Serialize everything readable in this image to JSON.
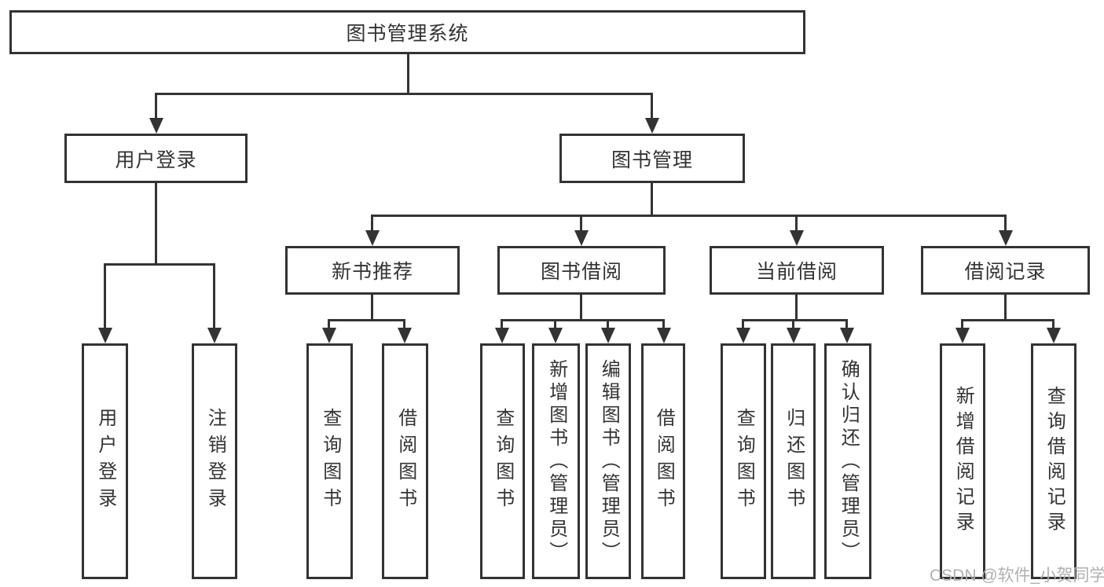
{
  "diagram": {
    "title": "图书管理系统",
    "root": {
      "label": "图书管理系统"
    },
    "branches": [
      {
        "label": "用户登录",
        "children": [
          {
            "label": "用户登录"
          },
          {
            "label": "注销登录"
          }
        ]
      },
      {
        "label": "图书管理",
        "children": [
          {
            "label": "新书推荐",
            "children": [
              {
                "label": "查询图书"
              },
              {
                "label": "借阅图书"
              }
            ]
          },
          {
            "label": "图书借阅",
            "children": [
              {
                "label": "查询图书"
              },
              {
                "label": "新增图书（管理员）"
              },
              {
                "label": "编辑图书（管理员）"
              },
              {
                "label": "借阅图书"
              }
            ]
          },
          {
            "label": "当前借阅",
            "children": [
              {
                "label": "查询图书"
              },
              {
                "label": "归还图书"
              },
              {
                "label": "确认归还（管理员）"
              }
            ]
          },
          {
            "label": "借阅记录",
            "children": [
              {
                "label": "新增借阅记录"
              },
              {
                "label": "查询借阅记录"
              }
            ]
          }
        ]
      }
    ]
  },
  "watermark": {
    "label": "CSDN @软件_小贺同学"
  },
  "style": {
    "line_color": "#333333",
    "text_color": "#333333",
    "box_background": "#ffffff",
    "page_background": "#ffffff",
    "watermark_color": "#b0b0b0"
  }
}
